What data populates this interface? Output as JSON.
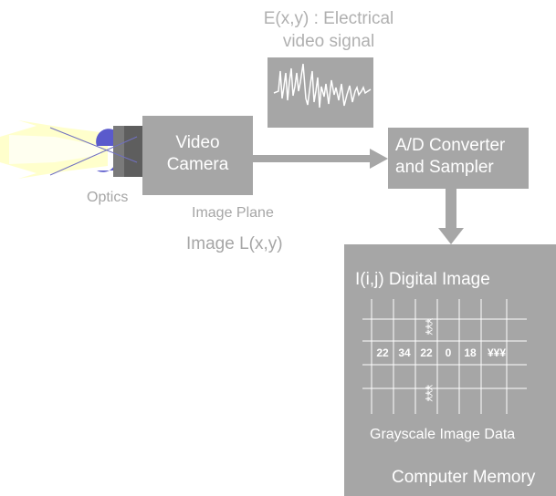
{
  "signal": {
    "title_line1": "E(x,y) : Electrical",
    "title_line2": "video signal"
  },
  "optics": {
    "label": "Optics"
  },
  "camera": {
    "label": "Video\nCamera"
  },
  "image_plane": {
    "label": "Image Plane"
  },
  "image": {
    "label": "Image L(x,y)"
  },
  "adc": {
    "label": "A/D Converter\nand Sampler"
  },
  "memory": {
    "digital_title": "I(i,j)  Digital Image",
    "grid_values": [
      "22",
      "34",
      "22",
      "0",
      "18",
      "¥¥¥"
    ],
    "vertical_marks_top": "¥¥¥",
    "vertical_marks_bottom": "¥¥¥",
    "grayscale_label": "Grayscale Image Data",
    "label": "Computer Memory"
  },
  "colors": {
    "box": "#a6a6a6",
    "light_beam": "#ffffcc",
    "lens": "#5a5acc",
    "arrow": "#a6a6a6"
  }
}
